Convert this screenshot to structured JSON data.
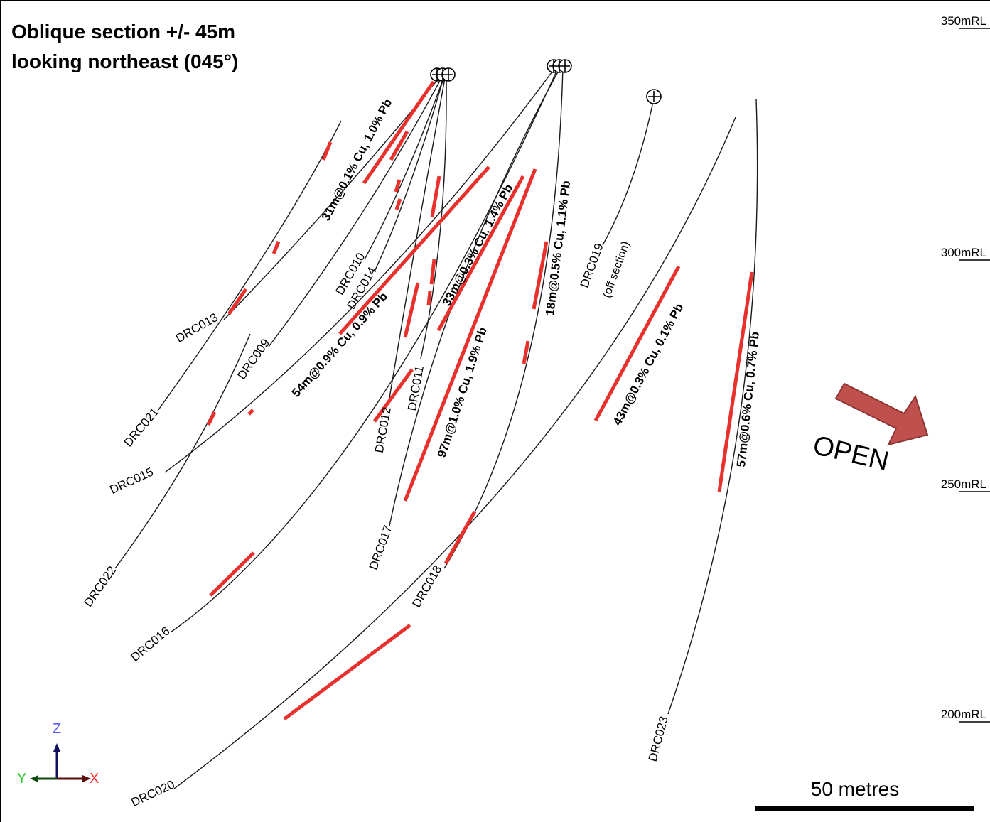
{
  "title": {
    "line1": "Oblique section +/- 45m",
    "line2": "looking northeast (045°)"
  },
  "elevations": [
    "350mRL",
    "300mRL",
    "250mRL",
    "200mRL"
  ],
  "holes": [
    {
      "id": "DRC013",
      "label": "DRC013"
    },
    {
      "id": "DRC021",
      "label": "DRC021"
    },
    {
      "id": "DRC009",
      "label": "DRC009"
    },
    {
      "id": "DRC015",
      "label": "DRC015"
    },
    {
      "id": "DRC022",
      "label": "DRC022"
    },
    {
      "id": "DRC010",
      "label": "DRC010"
    },
    {
      "id": "DRC014",
      "label": "DRC014"
    },
    {
      "id": "DRC012",
      "label": "DRC012"
    },
    {
      "id": "DRC011",
      "label": "DRC011"
    },
    {
      "id": "DRC016",
      "label": "DRC016"
    },
    {
      "id": "DRC017",
      "label": "DRC017"
    },
    {
      "id": "DRC018",
      "label": "DRC018"
    },
    {
      "id": "DRC019",
      "label": "DRC019",
      "note": "(off section)"
    },
    {
      "id": "DRC020",
      "label": "DRC020"
    },
    {
      "id": "DRC023",
      "label": "DRC023"
    }
  ],
  "intercepts": [
    "31m@0.1% Cu, 1.0% Pb",
    "54m@0.9% Cu, 0.9% Pb",
    "33m@0.3% Cu, 1.4% Pb",
    "97m@1.0% Cu, 1.9% Pb",
    "18m@0.5% Cu, 1.1% Pb",
    "43m@0.3% Cu, 0.1% Pb",
    "57m@0.6% Cu, 0.7% Pb"
  ],
  "open_label": "OPEN",
  "scale_bar": {
    "label": "50 metres"
  },
  "axes": {
    "z": "Z",
    "y": "Y",
    "x": "X"
  },
  "colors": {
    "trace": "#1a1a1a",
    "intercept": "#e8302c",
    "arrow_fill": "#c0504d",
    "arrow_stroke": "#8c3532",
    "axis_z": "#5a5aff",
    "axis_y": "#33cc33",
    "axis_x": "#ff3333"
  }
}
